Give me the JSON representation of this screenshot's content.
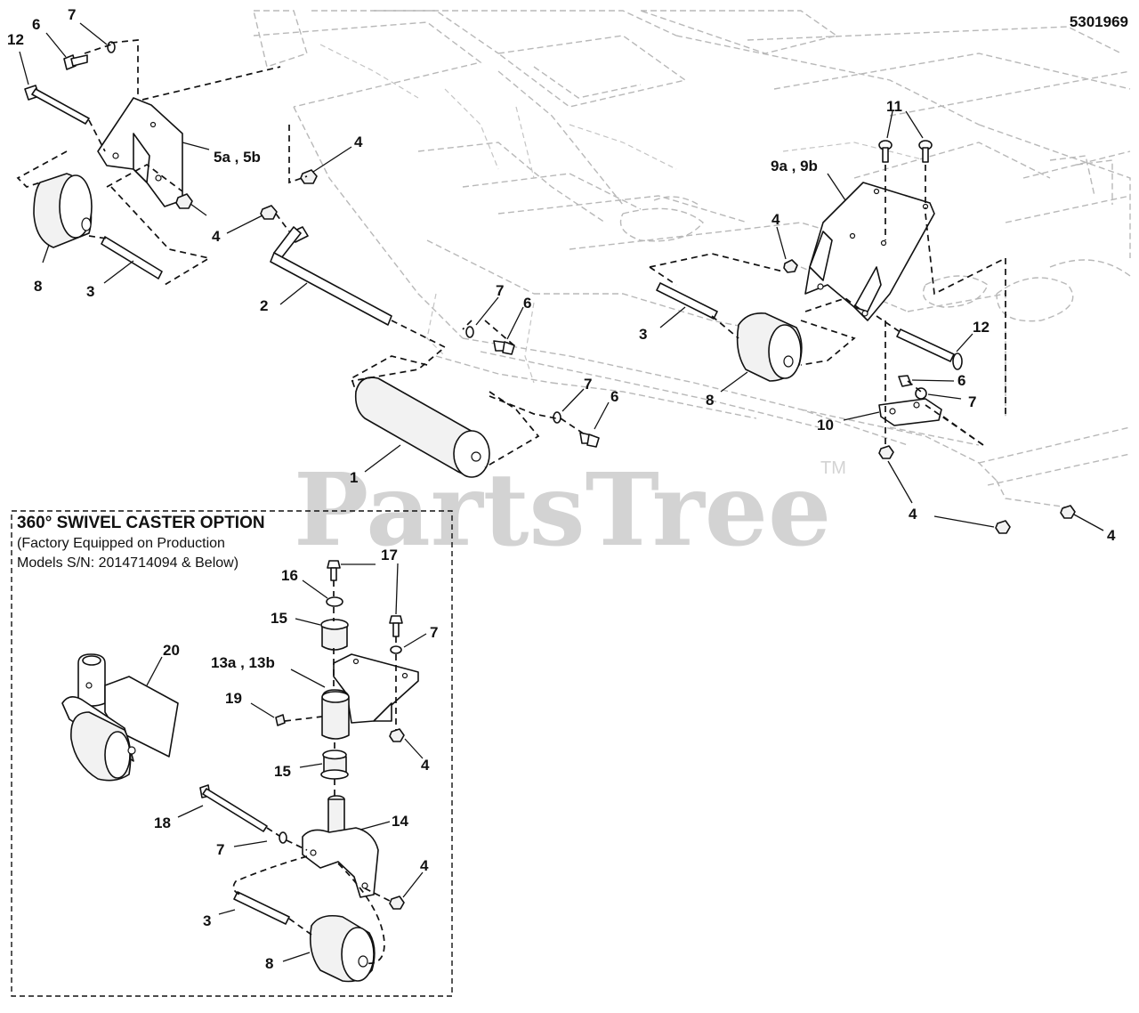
{
  "drawing_number": "5301969",
  "watermark": {
    "brand": "PartsTree",
    "trademark": "TM"
  },
  "option_box": {
    "title": "360° SWIVEL CASTER OPTION",
    "note_line1": "(Factory Equipped on Production",
    "note_line2": "Models S/N: 2014714094 & Below)"
  },
  "callouts": {
    "c12a": "12",
    "c6a": "6",
    "c7a": "7",
    "c5ab": "5a , 5b",
    "c4a": "4",
    "c4b": "4",
    "c8a": "8",
    "c3a": "3",
    "c4c": "4",
    "c2": "2",
    "c7b": "7",
    "c6b": "6",
    "c1": "1",
    "c7c": "7",
    "c6c": "6",
    "c11": "11",
    "c9ab": "9a , 9b",
    "c4d": "4",
    "c3b": "3",
    "c8b": "8",
    "c12b": "12",
    "c6d": "6",
    "c7d": "7",
    "c10": "10",
    "c4e": "4",
    "c4f": "4",
    "c17": "17",
    "c16": "16",
    "c15a": "15",
    "c7e": "7",
    "c20": "20",
    "c13ab": "13a , 13b",
    "c19": "19",
    "c4g": "4",
    "c15b": "15",
    "c14": "14",
    "c18": "18",
    "c7f": "7",
    "c4h": "4",
    "c3c": "3",
    "c8c": "8"
  }
}
